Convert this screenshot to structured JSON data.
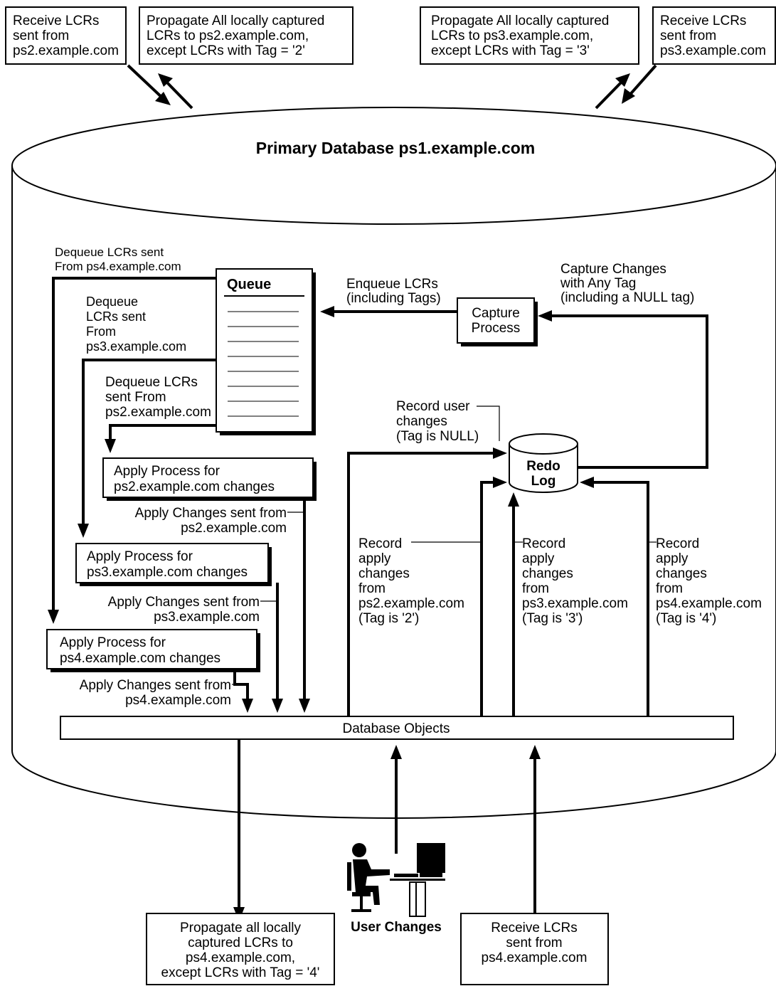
{
  "title": "Primary Database ps1.example.com",
  "external_boxes": {
    "recv_ps2": [
      "Receive LCRs",
      "sent from",
      "ps2.example.com"
    ],
    "prop_ps2": [
      "Propagate All locally captured",
      "LCRs to ps2.example.com,",
      "except LCRs with Tag = '2'"
    ],
    "prop_ps3": [
      "Propagate All locally captured",
      "LCRs to ps3.example.com,",
      "except LCRs with Tag = '3'"
    ],
    "recv_ps3": [
      "Receive LCRs",
      "sent from",
      "ps3.example.com"
    ],
    "prop_ps4": [
      "Propagate all locally",
      "captured LCRs to",
      "ps4.example.com,",
      "except LCRs with Tag = '4'"
    ],
    "recv_ps4": [
      "Receive LCRs",
      "sent from",
      "ps4.example.com"
    ]
  },
  "queue": {
    "title": "Queue"
  },
  "capture_process": [
    "Capture",
    "Process"
  ],
  "redo_log": [
    "Redo",
    "Log"
  ],
  "apply_processes": {
    "ps2": [
      "Apply Process for",
      "ps2.example.com changes"
    ],
    "ps3": [
      "Apply Process for",
      "ps3.example.com changes"
    ],
    "ps4": [
      "Apply Process for",
      "ps4.example.com changes"
    ]
  },
  "database_objects": "Database Objects",
  "user_changes": "User Changes",
  "labels": {
    "dequeue_ps4": [
      "Dequeue LCRs sent",
      "From ps4.example.com"
    ],
    "dequeue_ps3": [
      "Dequeue",
      "LCRs sent",
      "From",
      "ps3.example.com"
    ],
    "dequeue_ps2": [
      "Dequeue LCRs",
      "sent From",
      "ps2.example.com"
    ],
    "enqueue": [
      "Enqueue LCRs",
      "(including Tags)"
    ],
    "capture_changes": [
      "Capture Changes",
      "with Any Tag",
      "(including a NULL tag)"
    ],
    "record_user": [
      "Record user",
      "changes",
      "(Tag is NULL)"
    ],
    "apply_changes_ps2": [
      "Apply Changes sent from",
      "ps2.example.com"
    ],
    "apply_changes_ps3": [
      "Apply Changes sent from",
      "ps3.example.com"
    ],
    "apply_changes_ps4": [
      "Apply Changes sent from",
      "ps4.example.com"
    ],
    "record_ps2": [
      "Record",
      "apply",
      "changes",
      "from",
      "ps2.example.com",
      "(Tag is '2')"
    ],
    "record_ps3": [
      "Record",
      "apply",
      "changes",
      "from",
      "ps3.example.com",
      "(Tag is '3')"
    ],
    "record_ps4": [
      "Record",
      "apply",
      "changes",
      "from",
      "ps4.example.com",
      "(Tag is '4')"
    ]
  }
}
